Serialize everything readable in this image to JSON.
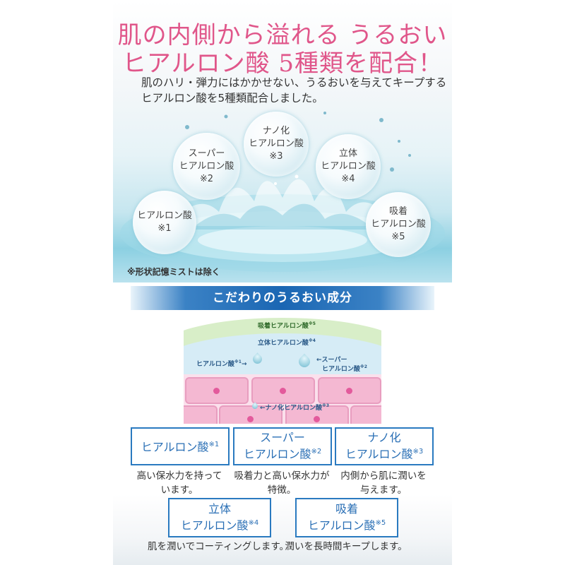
{
  "headline": {
    "line1": "肌の内側から溢れる うるおい",
    "line2": "ヒアルロン酸 5種類を配合！"
  },
  "intro": {
    "line1": "肌のハリ・弾力にはかかせない、うるおいを与えてキープする",
    "line2": "ヒアルロン酸を5種類配合しました。"
  },
  "bubbles": [
    {
      "l1": "ヒアルロン酸",
      "l2": "※1"
    },
    {
      "l1": "スーパー",
      "l2": "ヒアルロン酸",
      "l3": "※2"
    },
    {
      "l1": "ナノ化",
      "l2": "ヒアルロン酸",
      "l3": "※3"
    },
    {
      "l1": "立体",
      "l2": "ヒアルロン酸",
      "l3": "※4"
    },
    {
      "l1": "吸着",
      "l2": "ヒアルロン酸",
      "l3": "※5"
    }
  ],
  "footnote": "※形状記憶ミストは除く",
  "banner": "こだわりのうるおい成分",
  "diagram": {
    "layer_top": "吸着ヒアルロン酸",
    "layer_top_sup": "※5",
    "layer_second": "立体ヒアルロン酸",
    "layer_second_sup": "※4",
    "left_label": "ヒアルロン酸",
    "left_label_sup": "※1",
    "left_arrow": "→",
    "right_label_1": "←スーパー",
    "right_label_2": "ヒアルロン酸",
    "right_label_sup": "※2",
    "nano_label": "←ナノ化ヒアルロン酸",
    "nano_label_sup": "※3"
  },
  "cards": [
    {
      "l1": "ヒアルロン酸",
      "sup": "※1",
      "desc1": "高い保水力を持って",
      "desc2": "います。"
    },
    {
      "l1": "スーパー",
      "l2": "ヒアルロン酸",
      "sup": "※2",
      "desc1": "吸着力と高い保水力が",
      "desc2": "特徴。"
    },
    {
      "l1": "ナノ化",
      "l2": "ヒアルロン酸",
      "sup": "※3",
      "desc1": "内側から肌に潤いを",
      "desc2": "与えます。"
    },
    {
      "l1": "立体",
      "l2": "ヒアルロン酸",
      "sup": "※4",
      "desc1": "肌を潤いでコーティングします。"
    },
    {
      "l1": "吸着",
      "l2": "ヒアルロン酸",
      "sup": "※5",
      "desc1": "潤いを長時間キープします。"
    }
  ],
  "colors": {
    "headline": "#e0568a",
    "accent_blue": "#2a7ac0",
    "skin_cell": "#f4b8d2",
    "nucleus": "#e35a9c"
  }
}
